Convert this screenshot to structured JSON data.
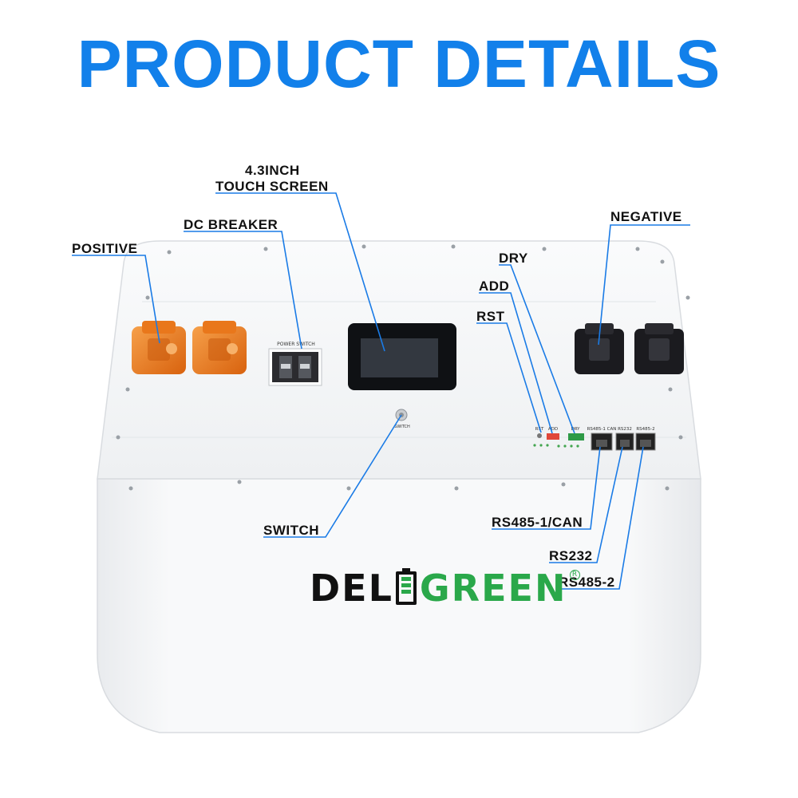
{
  "page": {
    "headline": "PRODUCT DETAILS",
    "headline_color": "#1280ea"
  },
  "callouts": {
    "touch_screen_line1": "4.3INCH",
    "touch_screen_line2": "TOUCH SCREEN",
    "dc_breaker": "DC BREAKER",
    "positive": "POSITIVE",
    "negative": "NEGATIVE",
    "dry": "DRY",
    "add": "ADD",
    "rst": "RST",
    "switch": "SWITCH",
    "rs485_1_can": "RS485-1/CAN",
    "rs232": "RS232",
    "rs485_2": "RS485-2",
    "leader_color": "#1a7be6"
  },
  "device_labels": {
    "power_switch": "POWER SWITCH",
    "switch": "SWITCH",
    "rst": "RST",
    "add": "ADD",
    "dry": "DRY",
    "port1": "RS485-1 CAN",
    "port2": "RS232",
    "port3": "RS485-2"
  },
  "brand": {
    "part1": "DEL",
    "part2": "GREEN",
    "reg": "R",
    "green": "#2aa84a"
  },
  "colors": {
    "orange_connector": "#f07a1e",
    "black_connector": "#1b1b1f"
  }
}
